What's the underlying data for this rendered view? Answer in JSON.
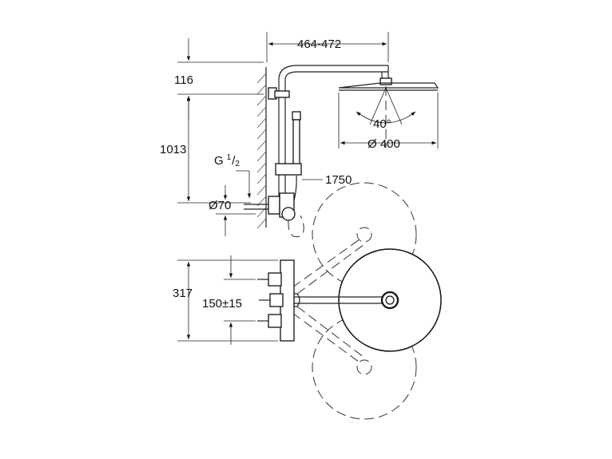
{
  "dimensions": {
    "arm_reach": "464-472",
    "top_offset": "116",
    "height": "1013",
    "thread": "G",
    "thread_sup": "1",
    "thread_sub": "2",
    "flange": "Ø70",
    "hose": "1750",
    "tilt_angle": "40°",
    "head_diameter": "Ø 400",
    "valve_height": "317",
    "inlet_spacing": "150±15"
  }
}
